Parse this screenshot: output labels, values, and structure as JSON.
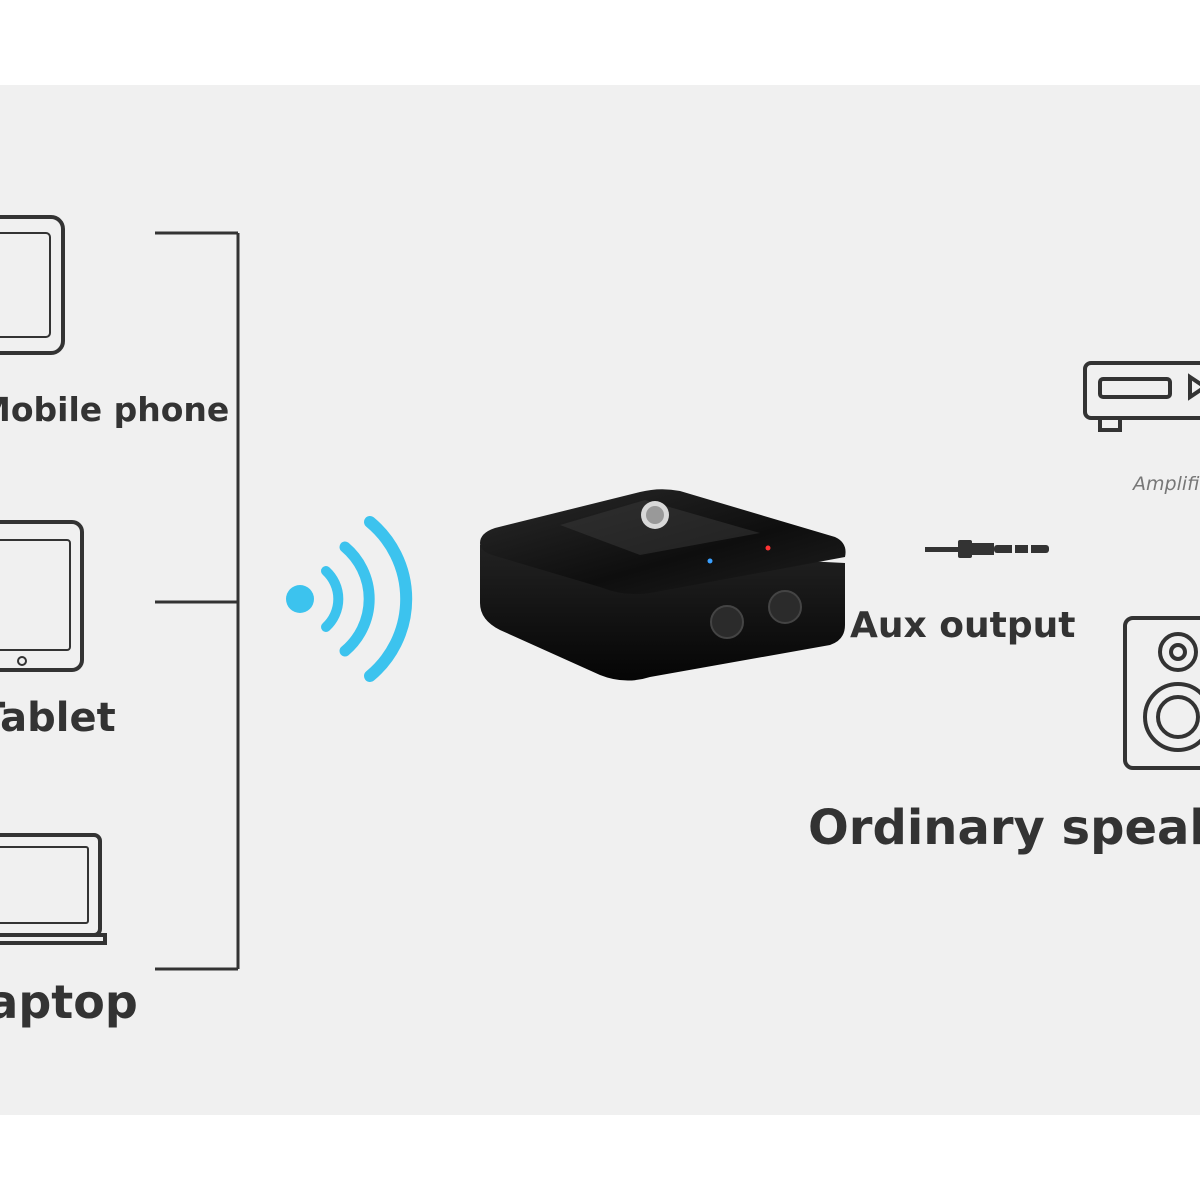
{
  "labels": {
    "mobile_phone": "Mobile phone",
    "tablet": "Tablet",
    "laptop": "Laptop",
    "aux_output": "Aux output",
    "ordinary_speaker": "Ordinary speaker",
    "amplifier": "Amplifier"
  },
  "icons": {
    "phone": "mobile-phone-icon",
    "tablet": "tablet-icon",
    "laptop": "laptop-icon",
    "wireless": "bluetooth-signal-icon",
    "device": "bluetooth-receiver-device",
    "jack": "aux-jack-icon",
    "amplifier": "amplifier-icon",
    "speaker": "speaker-icon"
  },
  "colors": {
    "signal": "#3cc3ee",
    "line": "#333333",
    "panel": "#f0f0f0",
    "device": "#1a1a1a"
  }
}
